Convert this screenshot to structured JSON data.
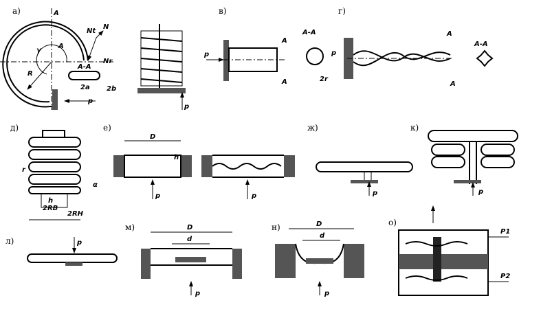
{
  "panels": {
    "a": {
      "label": "а)",
      "marks": {
        "section": "A",
        "section_view": "A-A",
        "normal_t": "Nt",
        "normal": "N",
        "angle": "γ",
        "arrow": "A",
        "radius": "R",
        "width": "2a",
        "height": "2b",
        "force": "p",
        "nr": "Nr"
      }
    },
    "a2": {
      "force": "p"
    },
    "v": {
      "label": "в)",
      "marks": {
        "force": "p",
        "section": "A",
        "section_view": "A-A",
        "diameter": "2r"
      }
    },
    "g": {
      "label": "г)",
      "marks": {
        "force": "p",
        "section": "A",
        "section_view": "A-A"
      }
    },
    "d": {
      "label": "д)",
      "marks": {
        "r": "r",
        "h": "h",
        "inner": "2RB",
        "outer": "2RH",
        "alpha": "α"
      }
    },
    "e": {
      "label": "е)",
      "marks": {
        "diameter": "D",
        "h": "h",
        "force": "p"
      }
    },
    "zh": {
      "label": "ж)",
      "marks": {
        "force": "p"
      }
    },
    "k": {
      "label": "к)",
      "marks": {
        "force": "p"
      }
    },
    "l": {
      "label": "л)",
      "marks": {
        "force": "p"
      }
    },
    "m": {
      "label": "м)",
      "marks": {
        "diameter": "D",
        "inner": "d",
        "force": "p"
      }
    },
    "n": {
      "label": "н)",
      "marks": {
        "diameter": "D",
        "inner": "d",
        "force": "p"
      }
    },
    "o": {
      "label": "о)",
      "marks": {
        "p1": "P1",
        "p2": "P2"
      }
    }
  }
}
